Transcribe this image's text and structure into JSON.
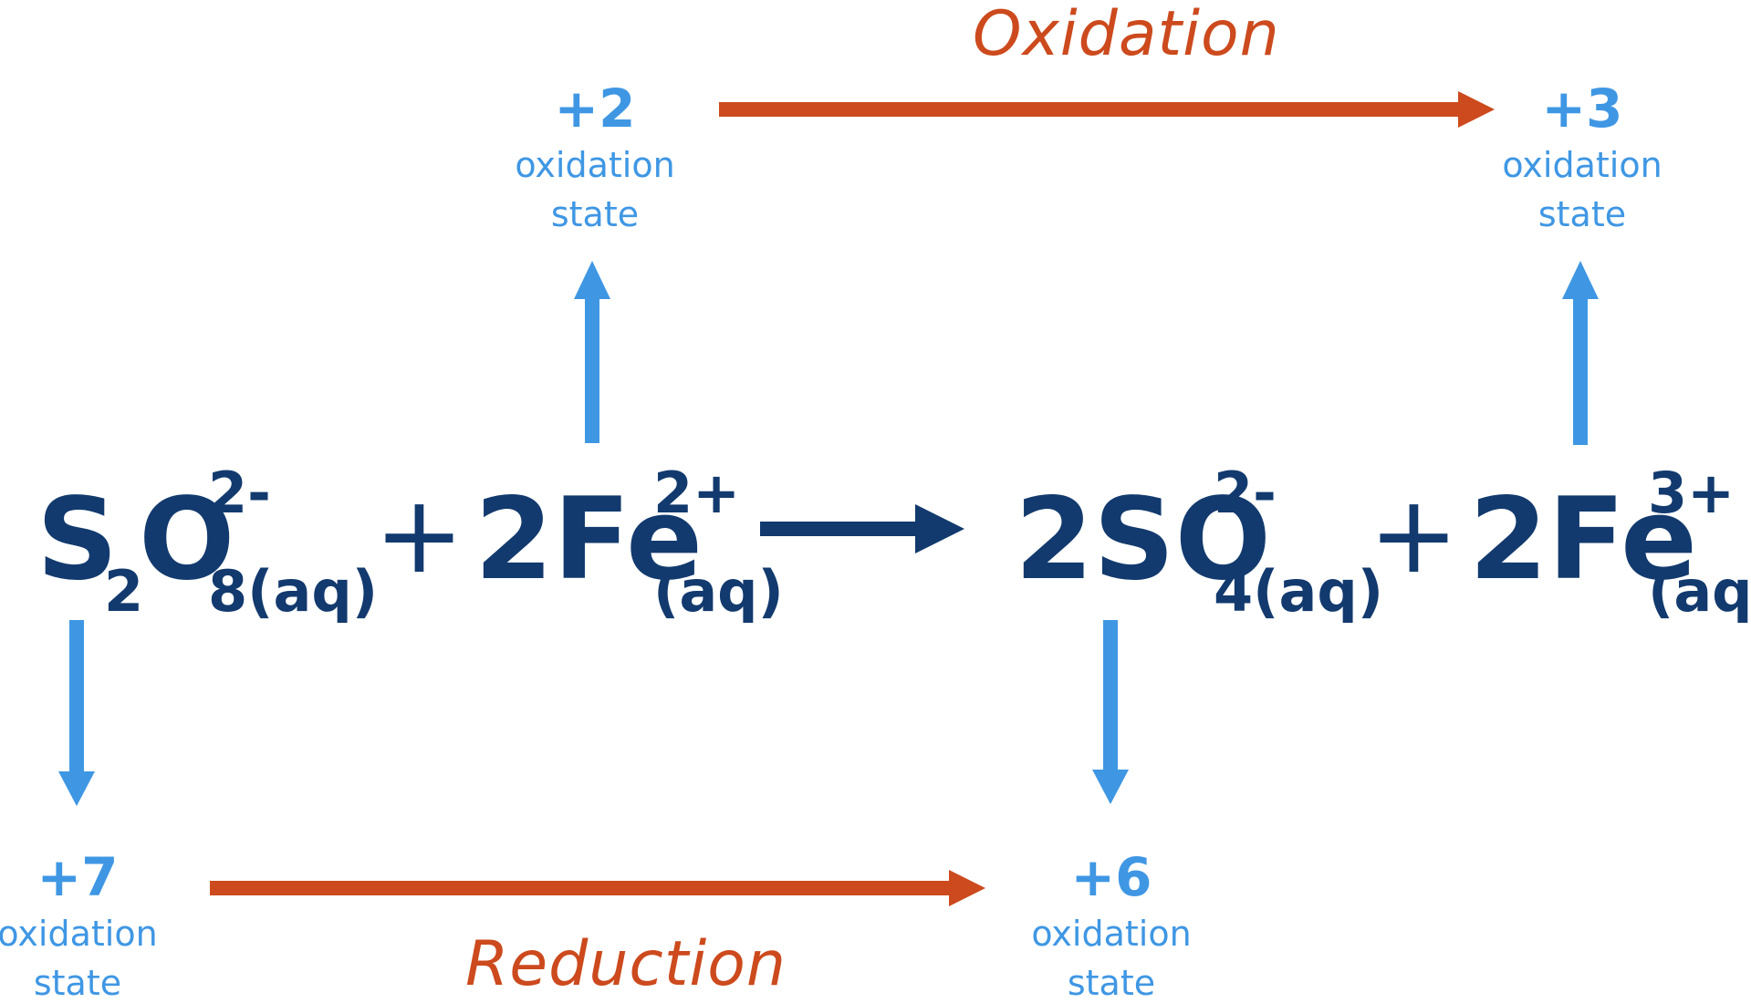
{
  "process_labels": {
    "oxidation": "Oxidation",
    "reduction": "Reduction"
  },
  "equation": {
    "reactant1": {
      "el1": "S",
      "sub1": "2",
      "el2": "O",
      "sub2": "8(aq)",
      "charge": "2-"
    },
    "plus1": "+",
    "reactant2": {
      "coef_el": "2Fe",
      "sub": "(aq)",
      "charge": "2+"
    },
    "product1": {
      "coef_el": "2SO",
      "sub": "4(aq)",
      "charge": "2-"
    },
    "plus2": "+",
    "product2": {
      "coef_el": "2Fe",
      "sub": "(aq)",
      "charge": "3+"
    }
  },
  "states": {
    "fe_reactant": {
      "value": "+2",
      "line1": "oxidation",
      "line2": "state"
    },
    "fe_product": {
      "value": "+3",
      "line1": "oxidation",
      "line2": "state"
    },
    "s_reactant": {
      "value": "+7",
      "line1": "oxidation",
      "line2": "state"
    },
    "s_product": {
      "value": "+6",
      "line1": "oxidation",
      "line2": "state"
    }
  },
  "colors": {
    "equation": "#123a6e",
    "state": "#3f97e4",
    "process": "#cc4a1d"
  }
}
